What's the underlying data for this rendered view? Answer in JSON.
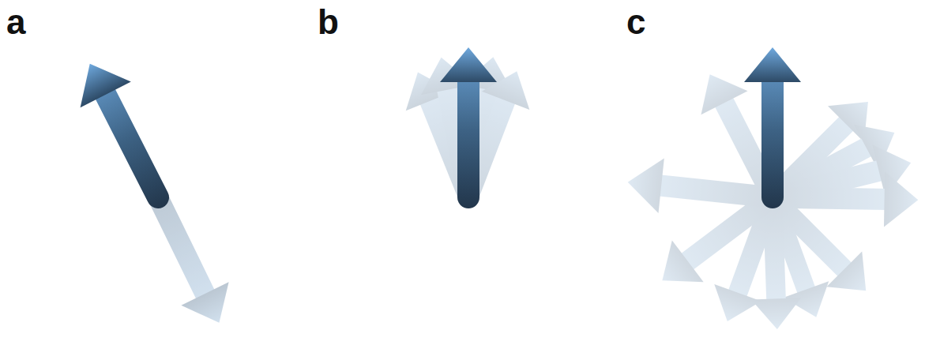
{
  "diagram": {
    "labels": [
      "a",
      "b",
      "c"
    ]
  }
}
